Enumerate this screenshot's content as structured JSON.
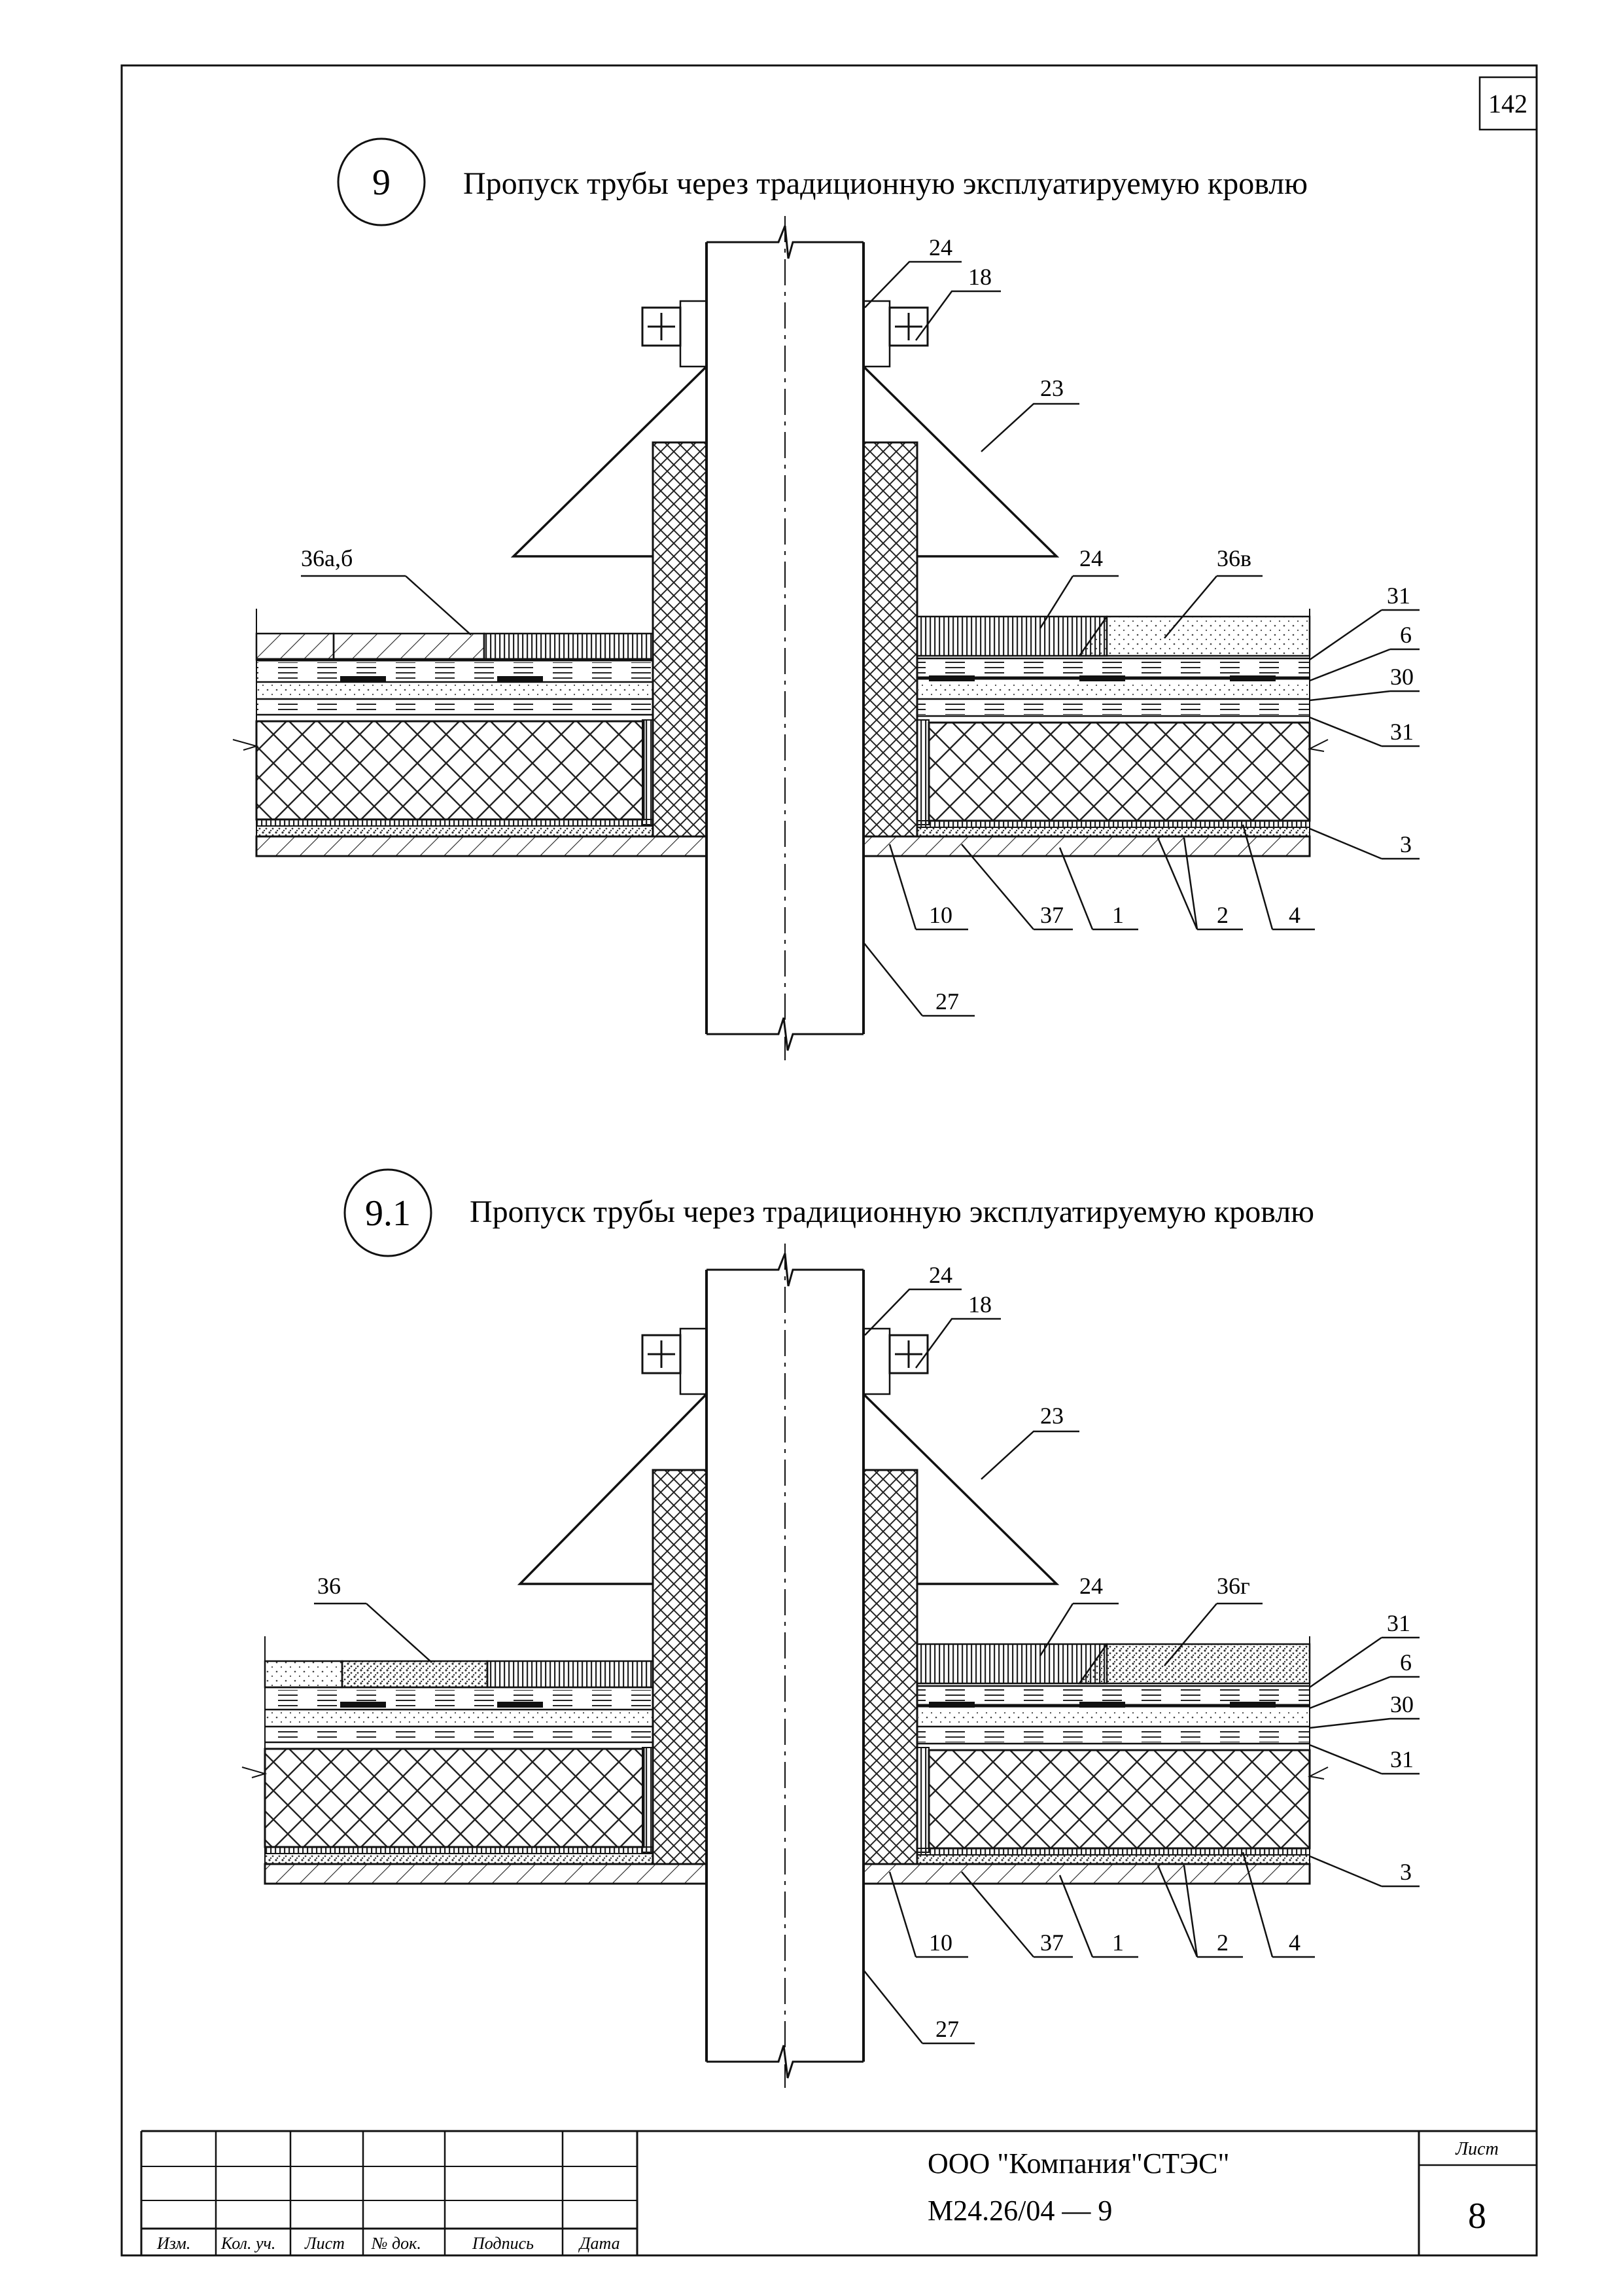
{
  "sheet_top_number": "142",
  "detail_a": {
    "number": "9",
    "title": "Пропуск трубы через традиционную эксплуатируемую кровлю",
    "labels": {
      "l24top": "24",
      "l18": "18",
      "l23": "23",
      "lfill_left": "36а,б",
      "l24mid": "24",
      "lfill_right": "36в",
      "l31a": "31",
      "l6": "6",
      "l30": "30",
      "l31b": "31",
      "l3": "3",
      "l10": "10",
      "l37": "37",
      "l1": "1",
      "l2": "2",
      "l4": "4",
      "l27": "27"
    }
  },
  "detail_b": {
    "number": "9.1",
    "title": "Пропуск трубы через традиционную эксплуатируемую кровлю",
    "labels": {
      "l24top": "24",
      "l18": "18",
      "l23": "23",
      "lfill_left": "36",
      "l24mid": "24",
      "lfill_right": "36г",
      "l31a": "31",
      "l6": "6",
      "l30": "30",
      "l31b": "31",
      "l3": "3",
      "l10": "10",
      "l37": "37",
      "l1": "1",
      "l2": "2",
      "l4": "4",
      "l27": "27"
    }
  },
  "title_block": {
    "col_headers": [
      "Изм.",
      "Кол. уч.",
      "Лист",
      "№ док.",
      "Подпись",
      "Дата"
    ],
    "company": "ООО \"Компания\"СТЭС\"",
    "doc_code": "М24.26/04 — 9",
    "sheet_label": "Лист",
    "sheet_number": "8"
  }
}
